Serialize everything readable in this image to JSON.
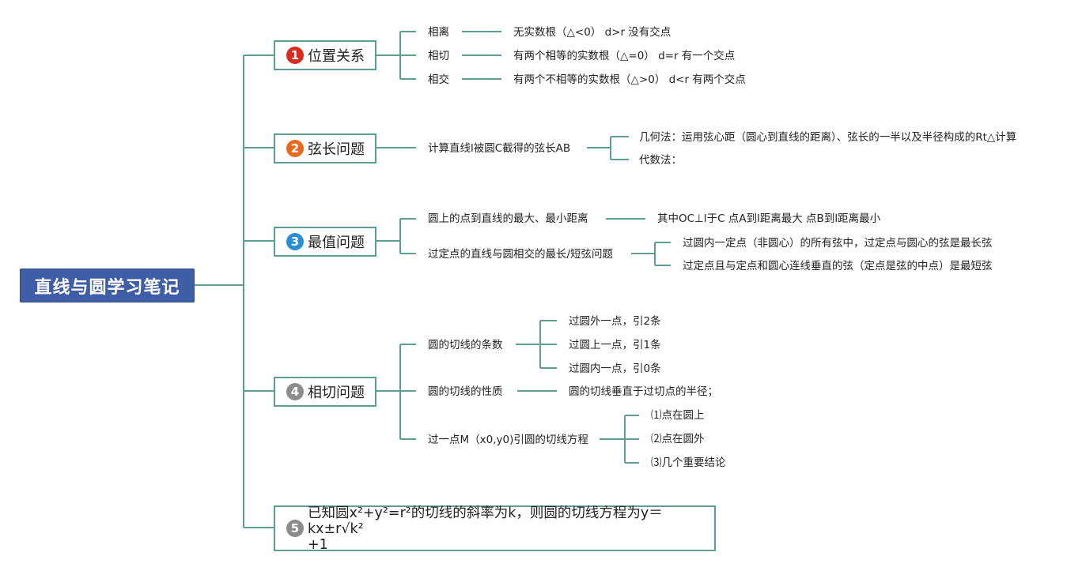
{
  "root": {
    "title": "直线与圆学习笔记"
  },
  "colors": {
    "root_bg": "#3f5ea5",
    "line": "#5b9e92",
    "badge1": "#d92b1f",
    "badge2": "#e86a1e",
    "badge3": "#2a8fd6",
    "badge4": "#8c8c8c",
    "badge5": "#8c8c8c"
  },
  "topics": [
    {
      "num": "1",
      "label": "位置关系"
    },
    {
      "num": "2",
      "label": "弦长问题"
    },
    {
      "num": "3",
      "label": "最值问题"
    },
    {
      "num": "4",
      "label": "相切问题"
    },
    {
      "num": "5",
      "label": "已知圆x²+y²=r²的切线的斜率为k，则圆的切线方程为y＝kx±r√k²",
      "label_line2": "+1"
    }
  ],
  "t1": {
    "rows": [
      {
        "name": "相离",
        "desc": "无实数根（△<0） d>r 没有交点"
      },
      {
        "name": "相切",
        "desc": "有两个相等的实数根（△=0） d=r 有一个交点"
      },
      {
        "name": "相交",
        "desc": "有两个不相等的实数根（△>0） d<r 有两个交点"
      }
    ]
  },
  "t2": {
    "sub": "计算直线l被圆C截得的弦长AB",
    "methods": [
      "几何法：运用弦心距（圆心到直线的距离）、弦长的一半以及半径构成的Rt△计算",
      "代数法："
    ]
  },
  "t3": {
    "sub1": "圆上的点到直线的最大、最小距离",
    "sub1_desc": "其中OC⊥l于C 点A到l距离最大 点B到l距离最小",
    "sub2": "过定点的直线与圆相交的最长/短弦问题",
    "sub2_items": [
      "过圆内一定点（非圆心）的所有弦中，过定点与圆心的弦是最长弦",
      "过定点且与定点和圆心连线垂直的弦（定点是弦的中点）是最短弦"
    ]
  },
  "t4": {
    "sub1": "圆的切线的条数",
    "sub1_items": [
      "过圆外一点，引2条",
      "过圆上一点，引1条",
      "过圆内一点，引0条"
    ],
    "sub2": "圆的切线的性质",
    "sub2_desc": "圆的切线垂直于过切点的半径；",
    "sub3": "过一点M（x0,y0)引圆的切线方程",
    "sub3_items": [
      "⑴点在圆上",
      "⑵点在圆外",
      "⑶几个重要结论"
    ]
  }
}
